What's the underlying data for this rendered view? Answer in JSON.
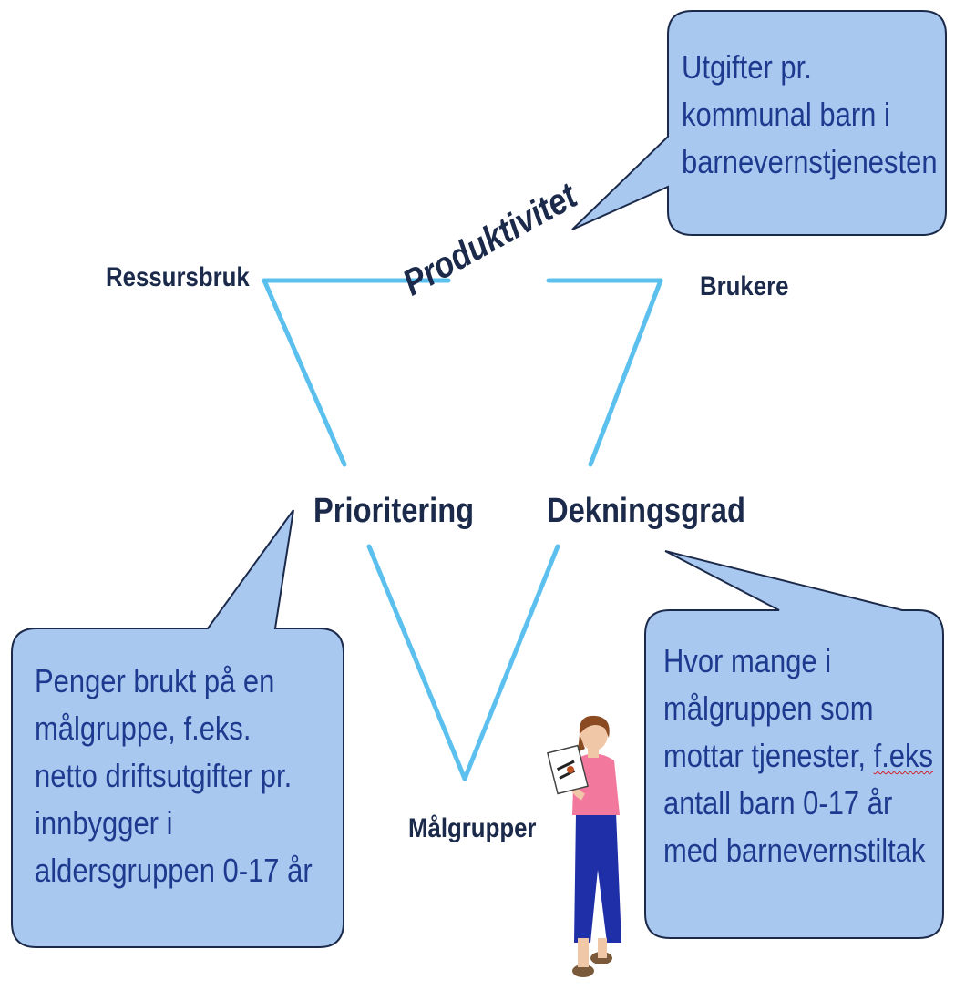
{
  "colors": {
    "triangle_line": "#5cc0ee",
    "bubble_fill": "#a9c8f0",
    "bubble_stroke": "#1b2a4a",
    "bubble_text": "#1d3a8f",
    "label_text": "#1b2a4a"
  },
  "corners": {
    "top_left": "Ressursbruk",
    "top_right": "Brukere",
    "bottom": "Målgrupper"
  },
  "edges": {
    "top": "Produktivitet",
    "left": "Prioritering",
    "right": "Dekningsgrad"
  },
  "callouts": {
    "productivity": [
      "Utgifter pr.",
      "kommunal barn i",
      "barnevernstjenesten"
    ],
    "priority": [
      "Penger brukt på en",
      "målgruppe, f.eks.",
      "netto driftsutgifter pr.",
      "innbygger i",
      "aldersgruppen 0-17 år"
    ],
    "coverage_lines": [
      "Hvor mange i",
      "målgruppen som"
    ],
    "coverage_line3": {
      "before": "mottar tjenester, ",
      "flagged": "f.eks"
    },
    "coverage_tail": [
      "antall barn 0-17 år",
      "med barnevernstiltak"
    ]
  },
  "figure": {
    "icon": "woman-reading-clipart-icon"
  }
}
